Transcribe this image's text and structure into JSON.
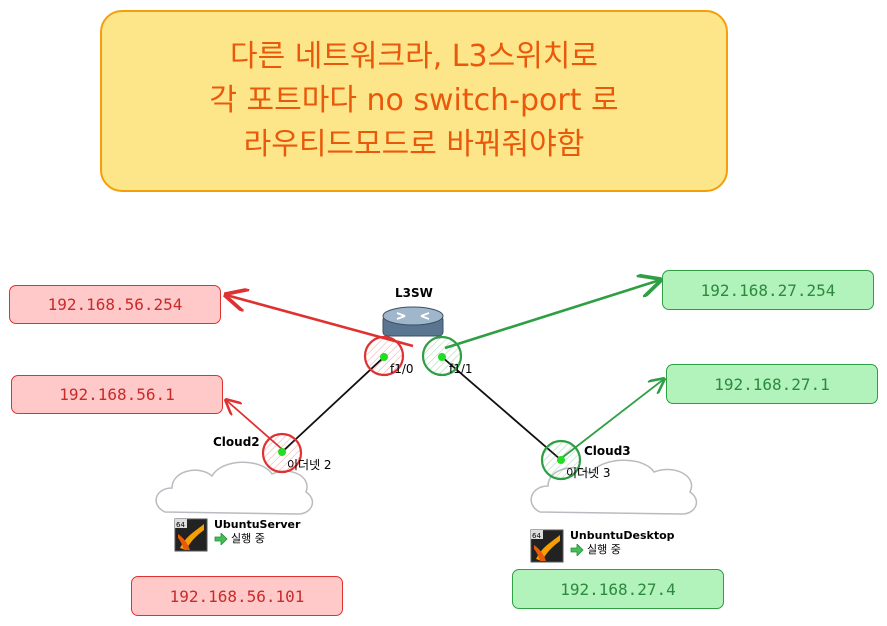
{
  "note": {
    "lines": [
      "다른 네트워크라, L3스위치로",
      "각 포트마다 no switch-port 로",
      "라우티드모드로 바꿔줘야함"
    ],
    "bg_color": "#fde68a",
    "border_color": "#f59e0b",
    "text_color": "#e8590c"
  },
  "switch": {
    "name": "L3SW",
    "port_left": "f1/0",
    "port_right": "f1/1"
  },
  "clouds": [
    {
      "name": "Cloud2",
      "iface": "이더넷 2"
    },
    {
      "name": "Cloud3",
      "iface": "이더넷 3"
    }
  ],
  "vms": [
    {
      "name": "UbuntuServer",
      "status": "실행 중",
      "badge": "64"
    },
    {
      "name": "UnbuntuDesktop",
      "status": "실행 중",
      "badge": "64"
    }
  ],
  "ip_labels": {
    "switch_left": "192.168.56.254",
    "cloud2": "192.168.56.1",
    "server": "192.168.56.101",
    "switch_right": "192.168.27.254",
    "cloud3": "192.168.27.1",
    "desktop": "192.168.27.4"
  },
  "colors": {
    "red": "#e03131",
    "green": "#2f9e44"
  }
}
